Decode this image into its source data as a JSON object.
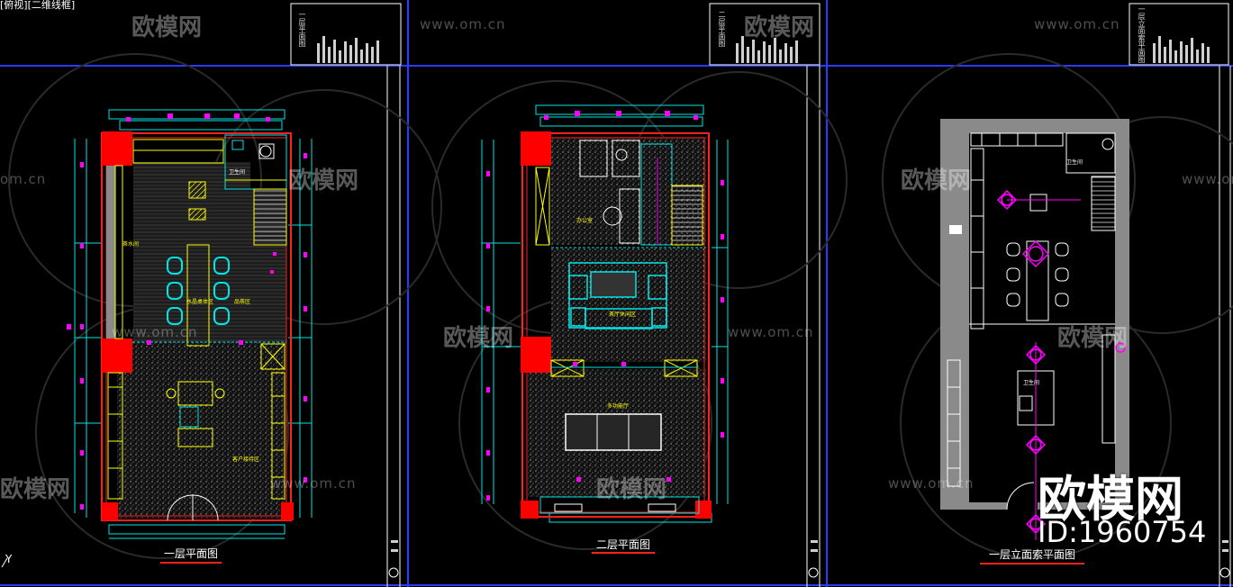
{
  "viewport": {
    "label": "[俯视][二维线框]"
  },
  "axis_indicator": "Y",
  "drawings": [
    {
      "title": "一层平面图",
      "rooms": [
        "卫生间",
        "茶水间",
        "客户接待区",
        "品茶区",
        "水晶桌体区"
      ]
    },
    {
      "title": "二层平面图",
      "rooms": [
        "办公室",
        "茶厅休闲区",
        "多功能厅"
      ]
    },
    {
      "title": "一层立面索平面图",
      "rooms": [
        "卫生间",
        "卫生间"
      ]
    }
  ],
  "title_block_labels": [
    "一层平面图",
    "二层平面图",
    "一层立面索平面图"
  ],
  "watermark": {
    "brand": "欧模网",
    "url": "www.om.cn",
    "url_partial": "om.cn",
    "id_text": "ID:1960754"
  },
  "colors": {
    "background": "#000000",
    "frame": "#2a3cff",
    "wall_red": "#ff0000",
    "cyan": "#00e5e5",
    "yellow": "#ffff00",
    "magenta": "#ff00ff",
    "gray_wall": "#8a8a8a",
    "title_underline": "#ff2020"
  }
}
